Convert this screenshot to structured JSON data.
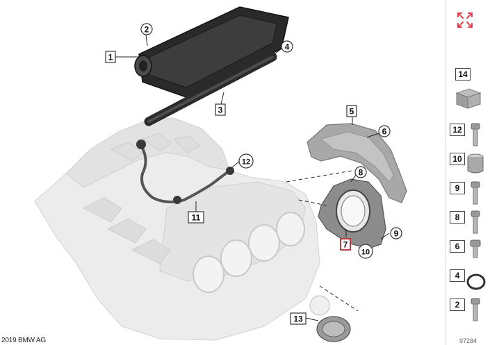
{
  "callouts": {
    "c1": "1",
    "c2": "2",
    "c3": "3",
    "c4": "4",
    "c5": "5",
    "c6": "6",
    "c7": "7",
    "c8": "8",
    "c9": "9",
    "c10": "10",
    "c11": "11",
    "c12": "12",
    "c13": "13"
  },
  "sidebar": {
    "items": [
      {
        "label": "14",
        "icon": "box-icon"
      },
      {
        "label": "12",
        "icon": "bolt-icon"
      },
      {
        "label": "10",
        "icon": "sleeve-icon"
      },
      {
        "label": "9",
        "icon": "bolt-icon"
      },
      {
        "label": "8",
        "icon": "bolt-icon"
      },
      {
        "label": "6",
        "icon": "bolt-icon"
      },
      {
        "label": "4",
        "icon": "o-ring-icon"
      },
      {
        "label": "2",
        "icon": "bolt-icon"
      }
    ]
  },
  "footer": {
    "copyright": "2019 BMW AG",
    "diagram_number": "97284"
  },
  "colors": {
    "expand_icon": "#e0404a",
    "highlight_callout": "#c0282d",
    "part_dark": "#2a2a2a",
    "part_gray": "#9a9a9a",
    "engine_light": "#e6e6e6"
  }
}
